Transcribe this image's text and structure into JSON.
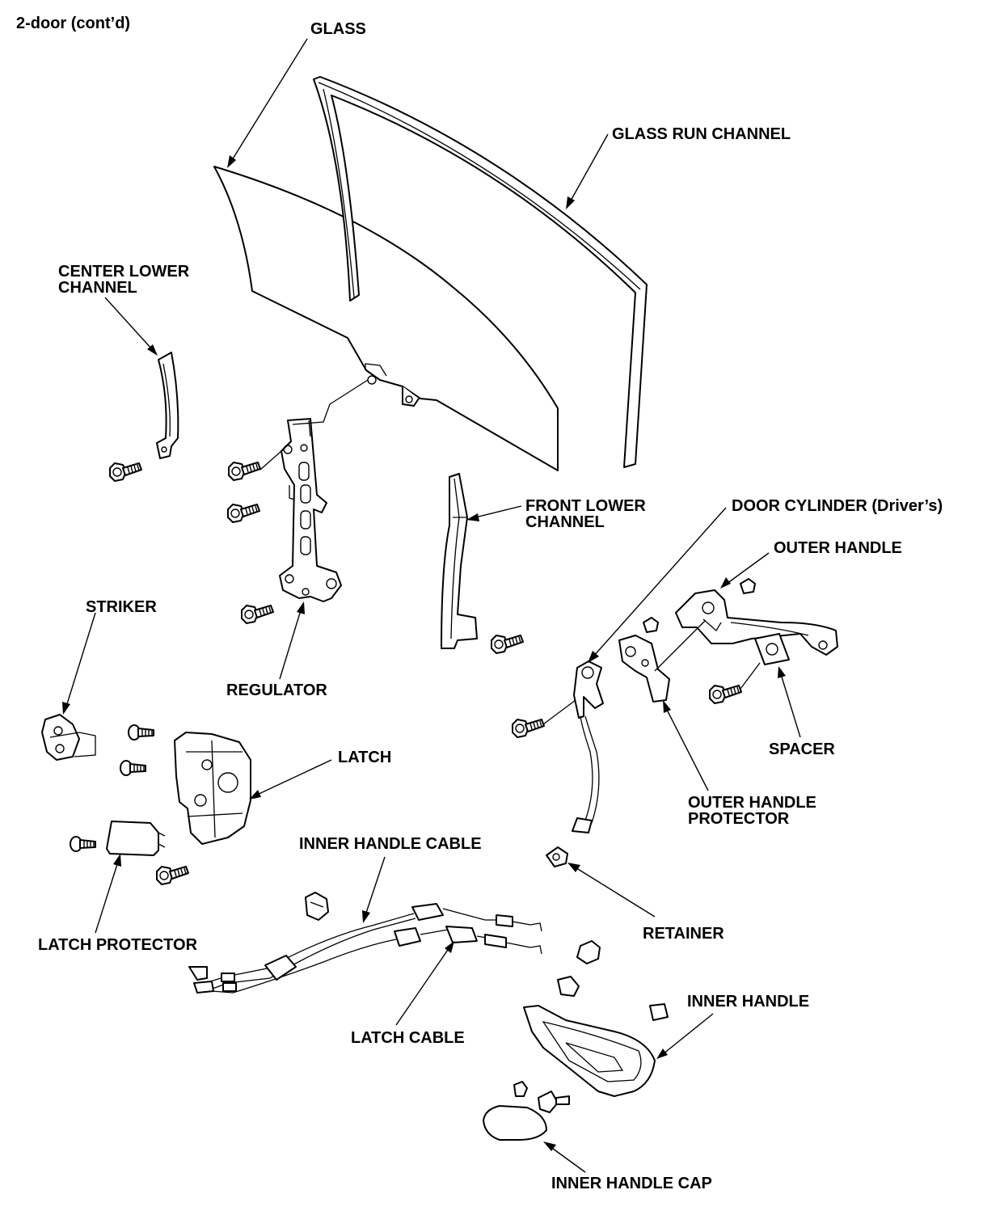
{
  "page": {
    "section_title": "2-door (cont’d)"
  },
  "labels": {
    "glass": "GLASS",
    "glass_run_channel": "GLASS RUN CHANNEL",
    "center_lower_channel_1": "CENTER LOWER",
    "center_lower_channel_2": "CHANNEL",
    "front_lower_channel_1": "FRONT LOWER",
    "front_lower_channel_2": "CHANNEL",
    "door_cylinder": "DOOR CYLINDER (Driver’s)",
    "outer_handle": "OUTER HANDLE",
    "striker": "STRIKER",
    "regulator": "REGULATOR",
    "latch": "LATCH",
    "spacer": "SPACER",
    "outer_handle_protector_1": "OUTER HANDLE",
    "outer_handle_protector_2": "PROTECTOR",
    "inner_handle_cable": "INNER HANDLE CABLE",
    "retainer": "RETAINER",
    "latch_protector": "LATCH PROTECTOR",
    "inner_handle": "INNER HANDLE",
    "latch_cable": "LATCH CABLE",
    "inner_handle_cap": "INNER HANDLE CAP"
  }
}
